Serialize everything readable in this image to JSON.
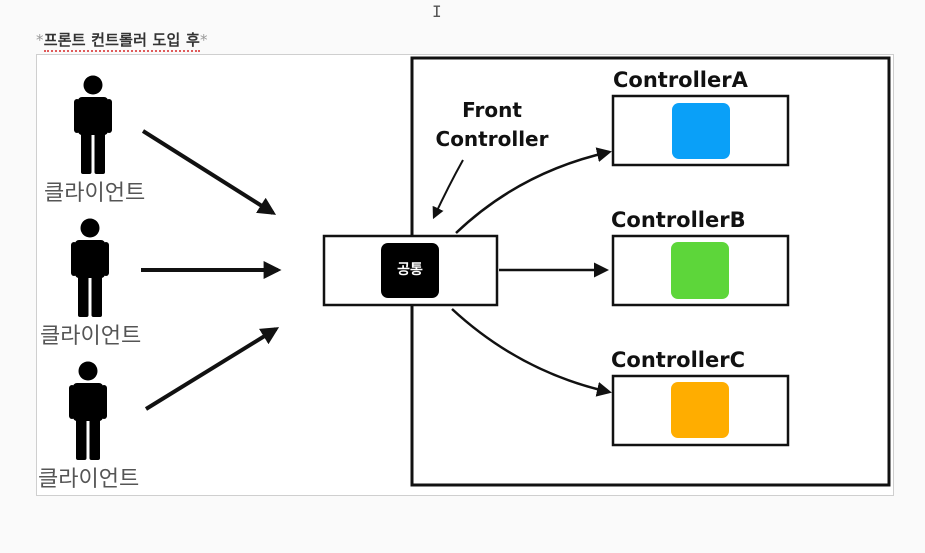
{
  "heading": {
    "asterisk_left": "*",
    "text": "프론트 컨트롤러 도입 후",
    "asterisk_right": "*"
  },
  "cursor_glyph": "I",
  "clients": [
    {
      "label": "클라이언트"
    },
    {
      "label": "클라이언트"
    },
    {
      "label": "클라이언트"
    }
  ],
  "front_controller": {
    "label_line1": "Front",
    "label_line2": "Controller",
    "common_label": "공통"
  },
  "controllers": [
    {
      "label": "ControllerA",
      "color": "#0aa0f8"
    },
    {
      "label": "ControllerB",
      "color": "#5dd63a"
    },
    {
      "label": "ControllerC",
      "color": "#ffad00"
    }
  ]
}
